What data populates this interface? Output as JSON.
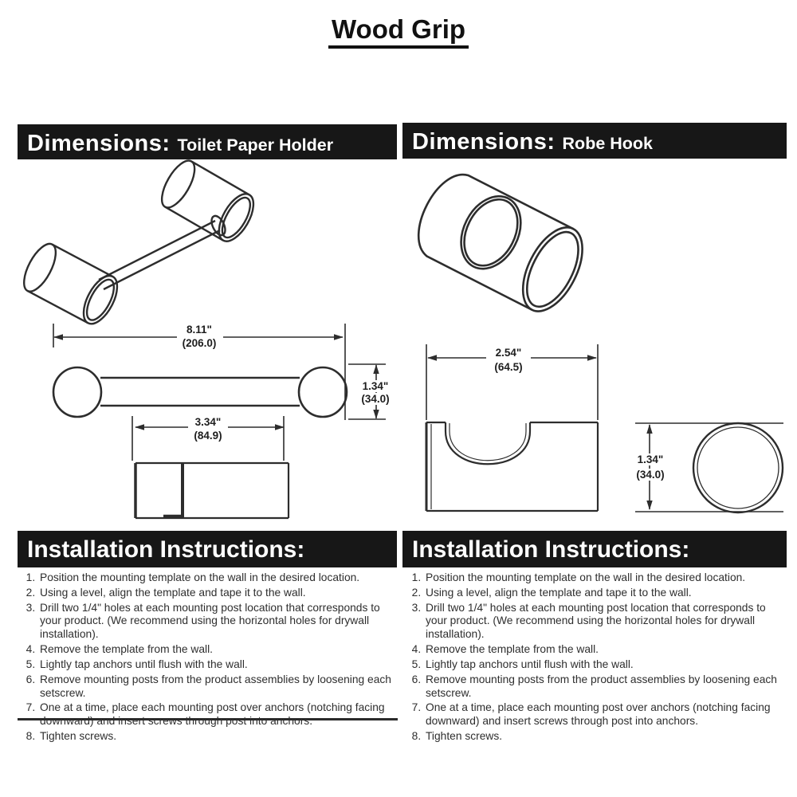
{
  "title": "Wood Grip",
  "colors": {
    "bar_bg": "#171717",
    "bar_text": "#ffffff",
    "line_color": "#2d2d2d"
  },
  "left": {
    "header": {
      "label": "Dimensions:",
      "product": "Toilet Paper Holder"
    },
    "drawing": "toilet-paper-holder",
    "dims": {
      "width_in": "8.11\"",
      "width_mm": "(206.0)",
      "height_in": "1.34\"",
      "height_mm": "(34.0)",
      "depth_in": "3.34\"",
      "depth_mm": "(84.9)"
    },
    "install": {
      "title": "Installation Instructions:",
      "steps": [
        "Position the mounting template on the wall in the desired location.",
        "Using a level, align the template and tape it to the wall.",
        "Drill two 1/4\" holes at each mounting post location that corresponds to your product. (We recommend using the horizontal holes for drywall installation).",
        "Remove the template from the wall.",
        "Lightly tap anchors until flush with the wall.",
        "Remove mounting posts from the product assemblies by loosening each setscrew.",
        "One at a time, place each mounting post over anchors (notching facing downward) and insert screws through post into anchors.",
        "Tighten screws."
      ]
    }
  },
  "right": {
    "header": {
      "label": "Dimensions:",
      "product": "Robe Hook"
    },
    "drawing": "robe-hook",
    "dims": {
      "width_in": "2.54\"",
      "width_mm": "(64.5)",
      "height_in": "1.34\"",
      "height_mm": "(34.0)"
    },
    "install": {
      "title": "Installation Instructions:",
      "steps": [
        "Position the mounting template on the wall in the desired location.",
        "Using a level, align the template and tape it to the wall.",
        "Drill two 1/4\" holes at each mounting post location that corresponds to your product. (We recommend using the horizontal holes for drywall installation).",
        "Remove the template from the wall.",
        "Lightly tap anchors until flush with the wall.",
        "Remove mounting posts from the product assemblies by loosening each setscrew.",
        "One at a time, place each mounting post over anchors (notching facing downward) and insert screws through post into anchors.",
        "Tighten screws."
      ]
    }
  }
}
